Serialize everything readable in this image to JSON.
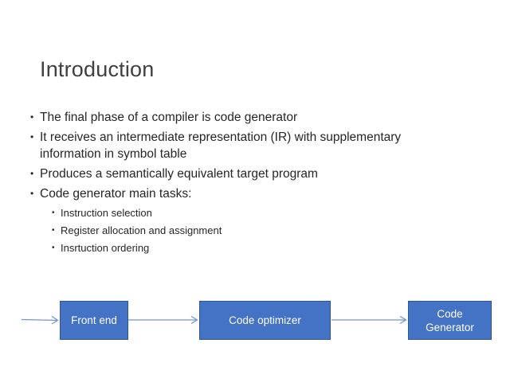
{
  "slide": {
    "title": "Introduction",
    "bullet_char": "•",
    "bullets": [
      {
        "text": "The final phase of a compiler is code generator"
      },
      {
        "text": "It receives an intermediate representation (IR) with supplementary information in symbol table"
      },
      {
        "text": "Produces a semantically equivalent target program"
      },
      {
        "text": "Code generator main tasks:"
      }
    ],
    "sub_bullets": [
      {
        "text": "Instruction selection"
      },
      {
        "text": "Register allocation and assignment"
      },
      {
        "text": "Insrtuction ordering"
      }
    ],
    "diagram": {
      "boxes": [
        {
          "label": "Front end"
        },
        {
          "label": "Code optimizer"
        },
        {
          "label": "Code Generator"
        }
      ],
      "colors": {
        "box_fill": "#4472C4",
        "box_border": "#2F5597",
        "box_text": "#FFFFFF",
        "arrow": "#6F93CE"
      }
    },
    "colors": {
      "background": "#FFFFFF",
      "title": "#404040",
      "body": "#262626"
    }
  }
}
